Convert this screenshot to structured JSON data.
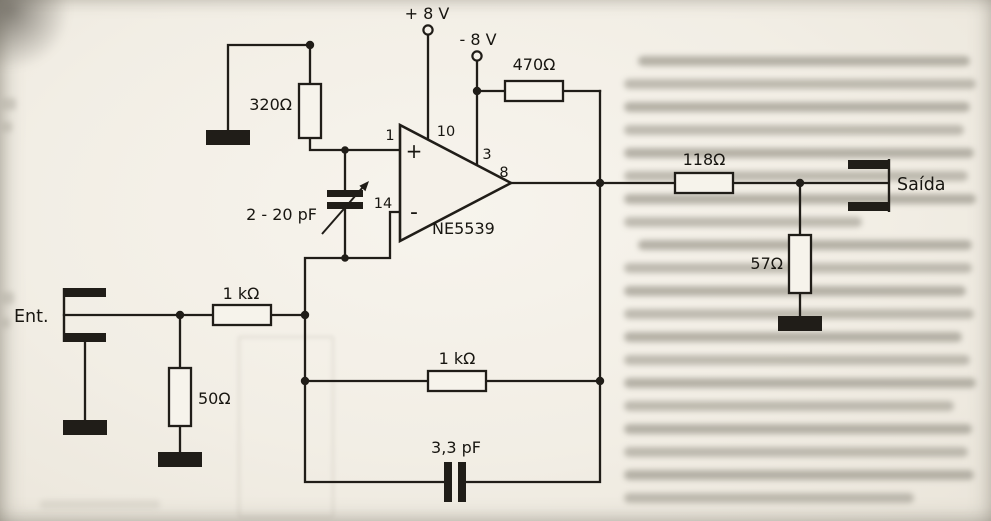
{
  "page": {
    "background": "#f2eee5",
    "ink": "#201d18"
  },
  "schematic": {
    "ic": {
      "name": "NE5539",
      "pins": {
        "p1": "1",
        "p10": "10",
        "p3": "3",
        "p8": "8",
        "p14": "14"
      },
      "plus": "+",
      "minus": "-"
    },
    "supplies": {
      "positive": "+ 8 V",
      "negative": "- 8 V"
    },
    "components": {
      "r320": "320Ω",
      "r470": "470Ω",
      "r118": "118Ω",
      "r57": "57Ω",
      "r50": "50Ω",
      "r1k_input": "1 kΩ",
      "r1k_feedback": "1 kΩ",
      "c_trimmer": "2 - 20 pF",
      "c_feedback": "3,3 pF"
    },
    "ports": {
      "input": "Ent.",
      "output": "Saída"
    }
  }
}
